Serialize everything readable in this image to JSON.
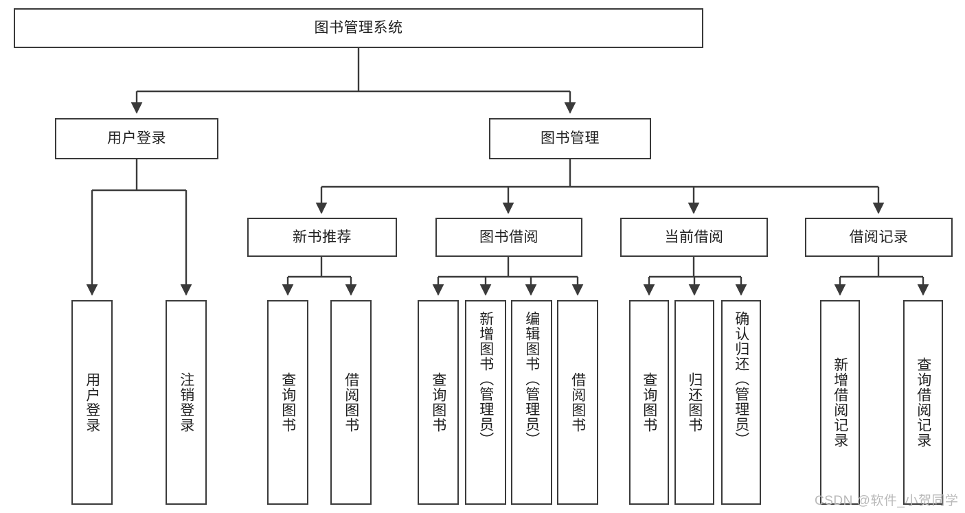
{
  "diagram": {
    "title": "图书管理系统",
    "watermark": "CSDN @软件_小贺同学",
    "colors": {
      "border": "#3a3a3a",
      "background": "#ffffff",
      "text": "#222222",
      "watermark": "#b9b9b9"
    },
    "levels": {
      "root": {
        "label": "图书管理系统"
      },
      "level2": [
        {
          "label": "用户登录"
        },
        {
          "label": "图书管理"
        }
      ],
      "level3": [
        {
          "label": "新书推荐"
        },
        {
          "label": "图书借阅"
        },
        {
          "label": "当前借阅"
        },
        {
          "label": "借阅记录"
        }
      ],
      "leaves": [
        {
          "label": "用户登录",
          "parent": "用户登录"
        },
        {
          "label": "注销登录",
          "parent": "用户登录"
        },
        {
          "label": "查询图书",
          "parent": "新书推荐"
        },
        {
          "label": "借阅图书",
          "parent": "新书推荐"
        },
        {
          "label": "查询图书",
          "parent": "图书借阅"
        },
        {
          "label": "新增图书（管理员）",
          "parent": "图书借阅"
        },
        {
          "label": "编辑图书（管理员）",
          "parent": "图书借阅"
        },
        {
          "label": "借阅图书",
          "parent": "图书借阅"
        },
        {
          "label": "查询图书",
          "parent": "当前借阅"
        },
        {
          "label": "归还图书",
          "parent": "当前借阅"
        },
        {
          "label": "确认归还（管理员）",
          "parent": "当前借阅"
        },
        {
          "label": "新增借阅记录",
          "parent": "借阅记录"
        },
        {
          "label": "查询借阅记录",
          "parent": "借阅记录"
        }
      ]
    }
  },
  "chart_data": {
    "type": "diagram",
    "title": "图书管理系统",
    "layout": "top-down tree / functional structure chart",
    "nodes": [
      {
        "id": "root",
        "label": "图书管理系统",
        "level": 1
      },
      {
        "id": "n2a",
        "label": "用户登录",
        "level": 2
      },
      {
        "id": "n2b",
        "label": "图书管理",
        "level": 2
      },
      {
        "id": "n3a",
        "label": "新书推荐",
        "level": 3
      },
      {
        "id": "n3b",
        "label": "图书借阅",
        "level": 3
      },
      {
        "id": "n3c",
        "label": "当前借阅",
        "level": 3
      },
      {
        "id": "n3d",
        "label": "借阅记录",
        "level": 3
      },
      {
        "id": "l1",
        "label": "用户登录",
        "level": 4
      },
      {
        "id": "l2",
        "label": "注销登录",
        "level": 4
      },
      {
        "id": "l3",
        "label": "查询图书",
        "level": 4
      },
      {
        "id": "l4",
        "label": "借阅图书",
        "level": 4
      },
      {
        "id": "l5",
        "label": "查询图书",
        "level": 4
      },
      {
        "id": "l6",
        "label": "新增图书（管理员）",
        "level": 4
      },
      {
        "id": "l7",
        "label": "编辑图书（管理员）",
        "level": 4
      },
      {
        "id": "l8",
        "label": "借阅图书",
        "level": 4
      },
      {
        "id": "l9",
        "label": "查询图书",
        "level": 4
      },
      {
        "id": "l10",
        "label": "归还图书",
        "level": 4
      },
      {
        "id": "l11",
        "label": "确认归还（管理员）",
        "level": 4
      },
      {
        "id": "l12",
        "label": "新增借阅记录",
        "level": 4
      },
      {
        "id": "l13",
        "label": "查询借阅记录",
        "level": 4
      }
    ],
    "edges": [
      {
        "from": "root",
        "to": "n2a"
      },
      {
        "from": "root",
        "to": "n2b"
      },
      {
        "from": "n2a",
        "to": "l1"
      },
      {
        "from": "n2a",
        "to": "l2"
      },
      {
        "from": "n2b",
        "to": "n3a"
      },
      {
        "from": "n2b",
        "to": "n3b"
      },
      {
        "from": "n2b",
        "to": "n3c"
      },
      {
        "from": "n2b",
        "to": "n3d"
      },
      {
        "from": "n3a",
        "to": "l3"
      },
      {
        "from": "n3a",
        "to": "l4"
      },
      {
        "from": "n3b",
        "to": "l5"
      },
      {
        "from": "n3b",
        "to": "l6"
      },
      {
        "from": "n3b",
        "to": "l7"
      },
      {
        "from": "n3b",
        "to": "l8"
      },
      {
        "from": "n3c",
        "to": "l9"
      },
      {
        "from": "n3c",
        "to": "l10"
      },
      {
        "from": "n3c",
        "to": "l11"
      },
      {
        "from": "n3d",
        "to": "l12"
      },
      {
        "from": "n3d",
        "to": "l13"
      }
    ]
  }
}
